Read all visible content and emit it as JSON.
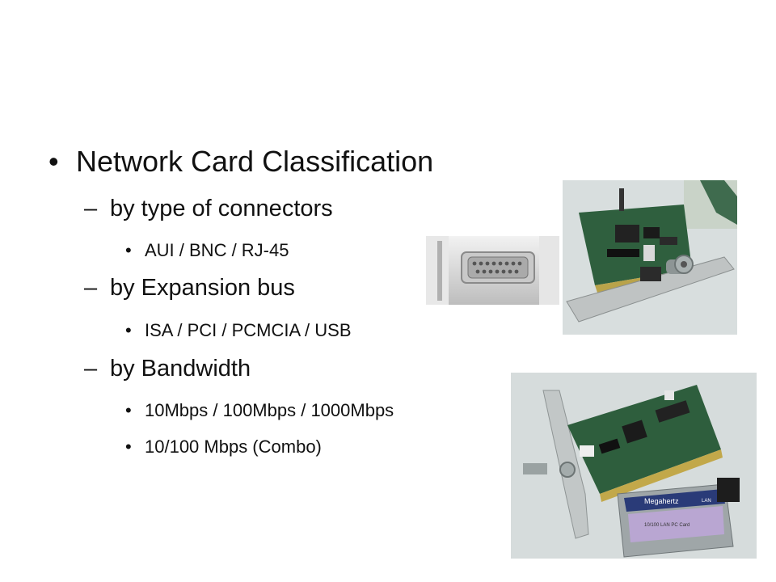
{
  "slide": {
    "title_bullet": "•",
    "title": "Network Card Classification",
    "sections": [
      {
        "dash": "–",
        "label": "by type of connectors",
        "items": [
          {
            "dot": "•",
            "text": "AUI / BNC / RJ-45"
          }
        ]
      },
      {
        "dash": "–",
        "label": "by Expansion bus",
        "items": [
          {
            "dot": "•",
            "text": "ISA / PCI / PCMCIA / USB"
          }
        ]
      },
      {
        "dash": "–",
        "label": "by Bandwidth",
        "items": [
          {
            "dot": "•",
            "text": "10Mbps / 100Mbps / 1000Mbps"
          },
          {
            "dot": "•",
            "text": "10/100 Mbps (Combo)"
          }
        ]
      }
    ]
  },
  "images": {
    "connector_photo": {
      "icon": "aui-connector-photo"
    },
    "isa_card_photo": {
      "icon": "isa-network-card-photo"
    },
    "pci_pcmcia_photo": {
      "icon": "pci-and-pcmcia-card-photo",
      "pcmcia_brand": "Megahertz",
      "pcmcia_badge": "LAN",
      "pcmcia_label": "10/100 LAN PC Card"
    }
  }
}
